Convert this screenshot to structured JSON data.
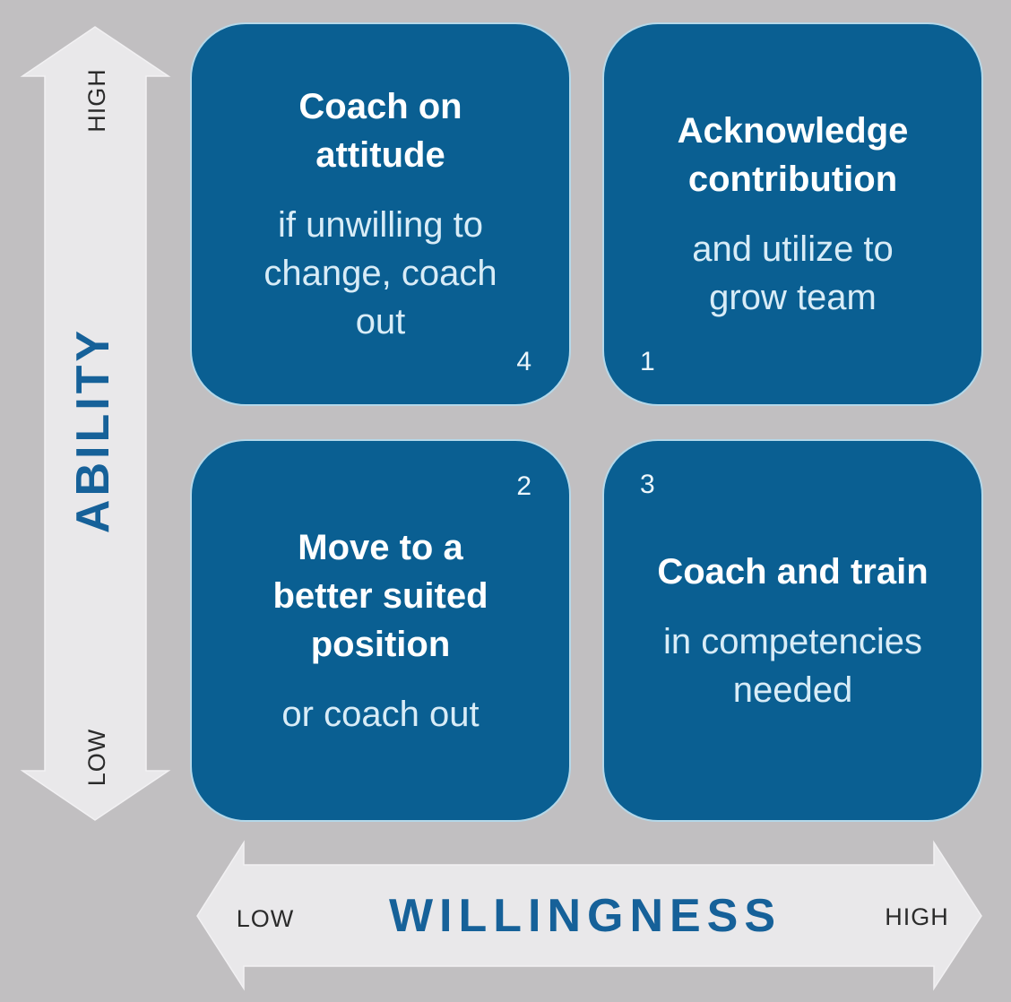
{
  "axes": {
    "ability": {
      "label": "ABILITY",
      "high": "HIGH",
      "low": "LOW"
    },
    "willingness": {
      "label": "WILLINGNESS",
      "low": "LOW",
      "high": "HIGH"
    }
  },
  "quadrants": [
    {
      "number": "1",
      "title": "Acknowledge contribution",
      "body": "and utilize to grow team"
    },
    {
      "number": "2",
      "title": "Move to a better suited position",
      "body": "or coach out"
    },
    {
      "number": "3",
      "title": "Coach and train",
      "body": "in competencies needed"
    },
    {
      "number": "4",
      "title": "Coach on attitude",
      "body": "if unwilling to change, coach out"
    }
  ],
  "colors": {
    "background": "#c1bfc1",
    "arrow_fill": "#e9e8ea",
    "quadrant_fill": "#0a5f92",
    "quadrant_border": "#b5d8e9",
    "axis_title_blue": "#166199",
    "axis_end_label": "#2b2b2b",
    "title_text": "#ffffff",
    "body_text": "#d8ecf7"
  }
}
